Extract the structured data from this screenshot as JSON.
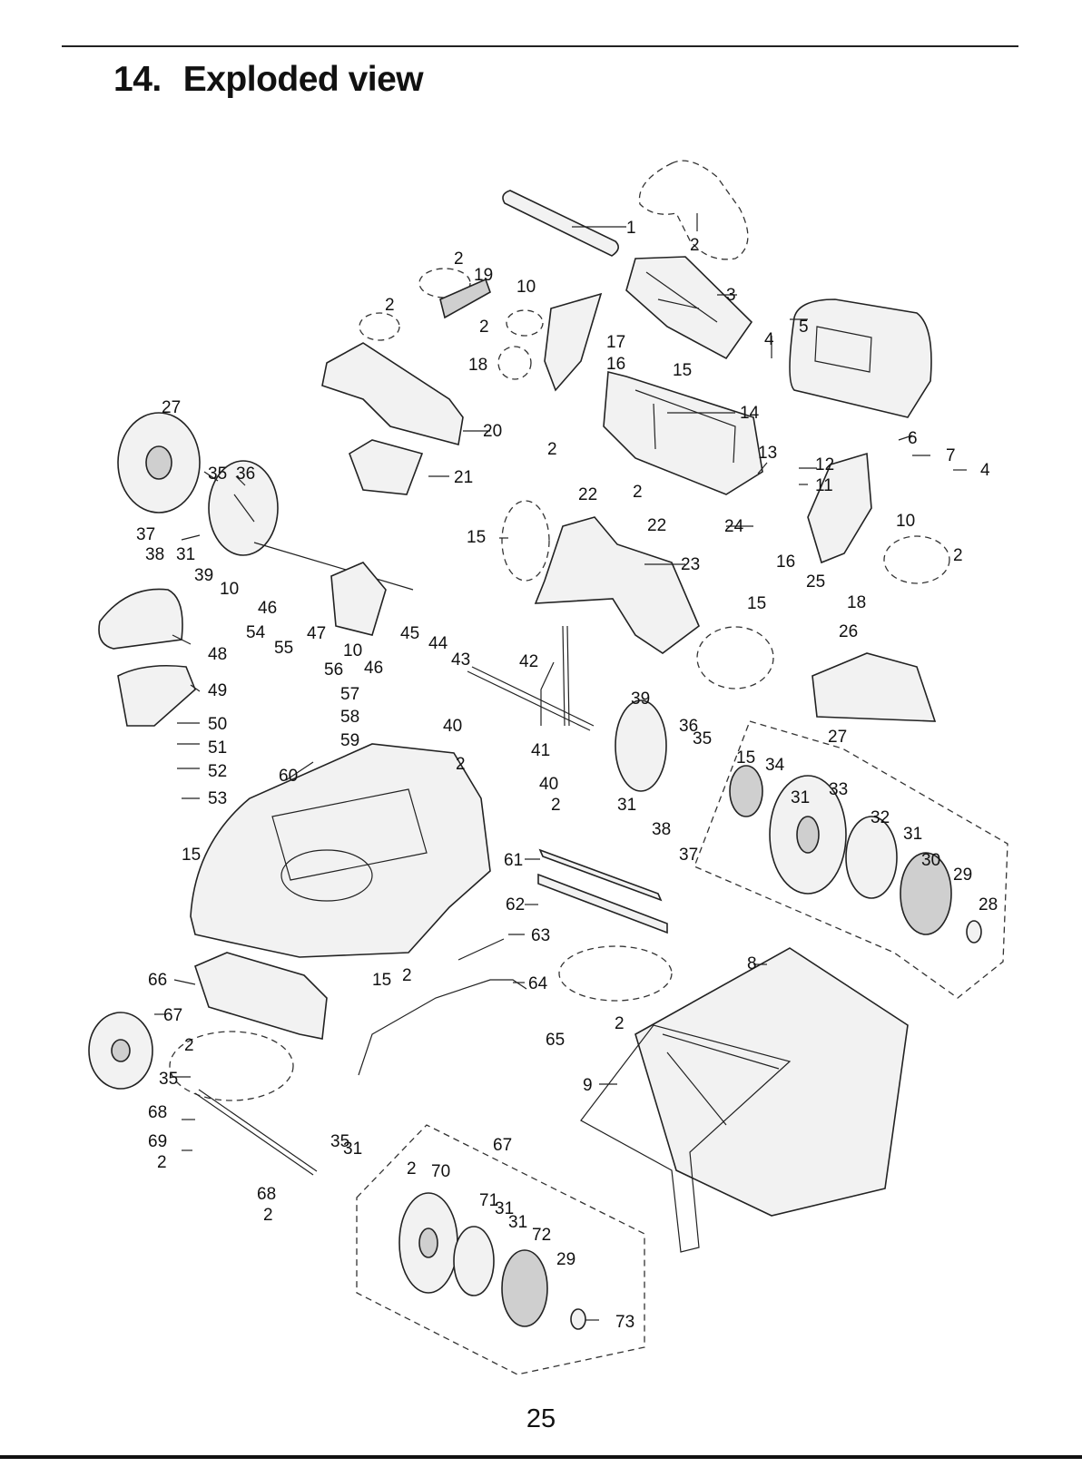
{
  "page": {
    "section_number": "14.",
    "section_title": "Exploded view",
    "page_number": "25"
  },
  "diagram": {
    "callouts": [
      "1",
      "2",
      "2",
      "2",
      "2",
      "2",
      "2",
      "2",
      "2",
      "2",
      "2",
      "2",
      "2",
      "2",
      "2",
      "2",
      "3",
      "4",
      "4",
      "5",
      "6",
      "7",
      "8",
      "9",
      "10",
      "10",
      "10",
      "10",
      "11",
      "12",
      "13",
      "14",
      "15",
      "15",
      "15",
      "15",
      "15",
      "15",
      "16",
      "16",
      "17",
      "18",
      "18",
      "19",
      "20",
      "21",
      "22",
      "22",
      "23",
      "24",
      "25",
      "26",
      "27",
      "27",
      "28",
      "29",
      "29",
      "30",
      "31",
      "31",
      "31",
      "31",
      "31",
      "31",
      "31",
      "32",
      "33",
      "34",
      "35",
      "35",
      "35",
      "35",
      "36",
      "36",
      "37",
      "37",
      "38",
      "38",
      "39",
      "39",
      "40",
      "40",
      "41",
      "42",
      "43",
      "44",
      "45",
      "46",
      "46",
      "47",
      "48",
      "49",
      "50",
      "51",
      "52",
      "53",
      "54",
      "55",
      "56",
      "57",
      "58",
      "59",
      "60",
      "61",
      "62",
      "63",
      "64",
      "65",
      "66",
      "67",
      "67",
      "68",
      "68",
      "69",
      "70",
      "71",
      "72",
      "73"
    ]
  }
}
